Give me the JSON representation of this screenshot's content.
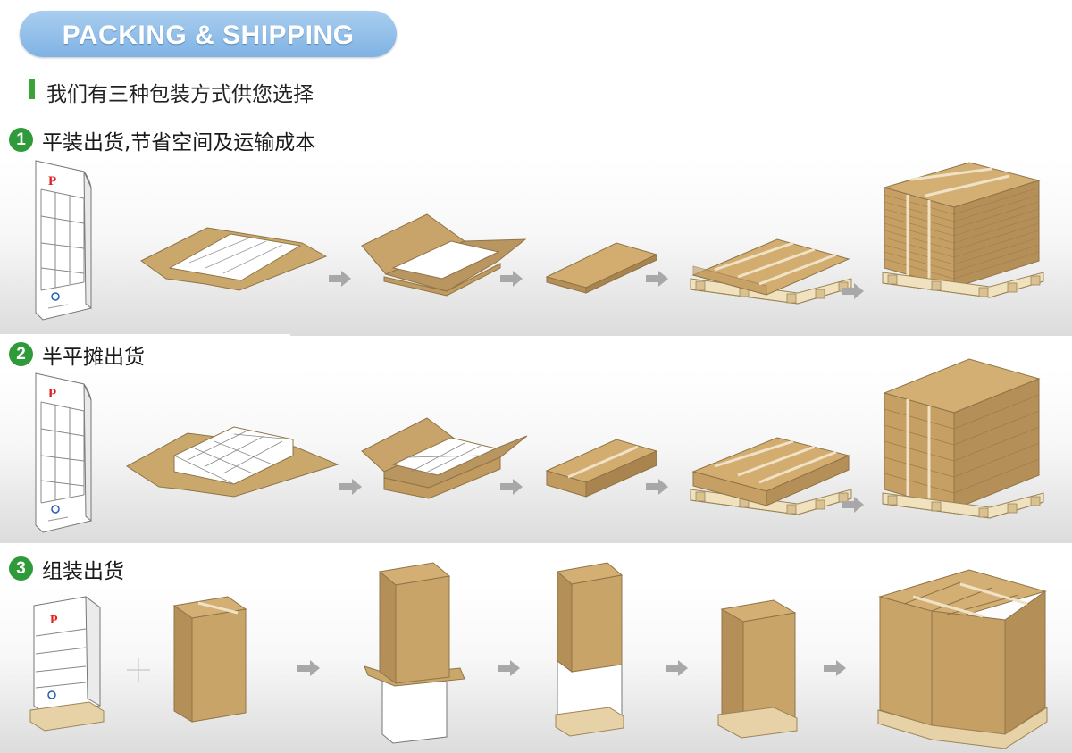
{
  "header": {
    "title": "PACKING & SHIPPING"
  },
  "subtitle": "我们有三种包装方式供您选择",
  "sections": [
    {
      "number": "1",
      "title": "平装出货,节省空间及运输成本"
    },
    {
      "number": "2",
      "title": "半平摊出货"
    },
    {
      "number": "3",
      "title": "组装出货"
    }
  ],
  "display_logo_letter": "P",
  "colors": {
    "header": "#8fbfe9",
    "step_badge": "#2f9a3a",
    "cardboard": "#c9a46a",
    "arrow": "#a8a8a8",
    "brand_red": "#e02020"
  }
}
